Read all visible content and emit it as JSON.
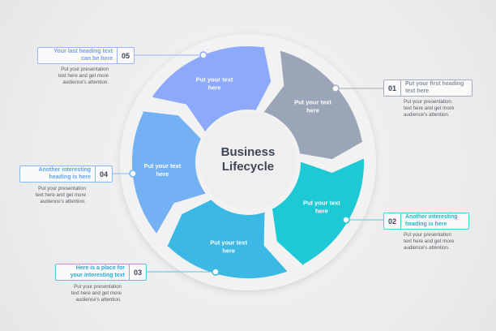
{
  "diagram": {
    "center_title_line1": "Business",
    "center_title_line2": "Lifecycle",
    "segments": [
      {
        "id": "01",
        "label_line1": "Put your text",
        "label_line2": "here",
        "color": "#9aa6b8"
      },
      {
        "id": "02",
        "label_line1": "Put your text",
        "label_line2": "here",
        "color": "#1ec9d6"
      },
      {
        "id": "03",
        "label_line1": "Put your text",
        "label_line2": "here",
        "color": "#3bb8e4"
      },
      {
        "id": "04",
        "label_line1": "Put your text",
        "label_line2": "here",
        "color": "#74b0f4"
      },
      {
        "id": "05",
        "label_line1": "Put your text",
        "label_line2": "here",
        "color": "#8ca9fb"
      }
    ]
  },
  "callouts": [
    {
      "num": "01",
      "heading_line1": "Put your first heading",
      "heading_line2": "text here",
      "heading_color": "#8892a2",
      "border_color": "#a3acba",
      "desc_line1": "Put your presentation",
      "desc_line2": "text here and get more",
      "desc_line3": "audience's attention."
    },
    {
      "num": "02",
      "heading_line1": "Another interesting",
      "heading_line2": "heading is here",
      "heading_color": "#19b9c8",
      "border_color": "#4fcfda",
      "desc_line1": "Put your presentation",
      "desc_line2": "text here and get more",
      "desc_line3": "audience's attention."
    },
    {
      "num": "03",
      "heading_line1": "Here is a place for",
      "heading_line2": "your interesting text",
      "heading_color": "#2aa8d6",
      "border_color": "#5cc0e6",
      "desc_line1": "Put your presentation",
      "desc_line2": "text here and get more",
      "desc_line3": "audience's attention."
    },
    {
      "num": "04",
      "heading_line1": "Another interesting",
      "heading_line2": "heading is here",
      "heading_color": "#5fa3ee",
      "border_color": "#86baf2",
      "desc_line1": "Put your presentation",
      "desc_line2": "text here and get more",
      "desc_line3": "audience's attention."
    },
    {
      "num": "05",
      "heading_line1": "Your last heading text",
      "heading_line2": "can be here",
      "heading_color": "#7d9cf6",
      "border_color": "#9cb4f8",
      "desc_line1": "Put your presentation",
      "desc_line2": "text here and get more",
      "desc_line3": "audience's attention."
    }
  ]
}
